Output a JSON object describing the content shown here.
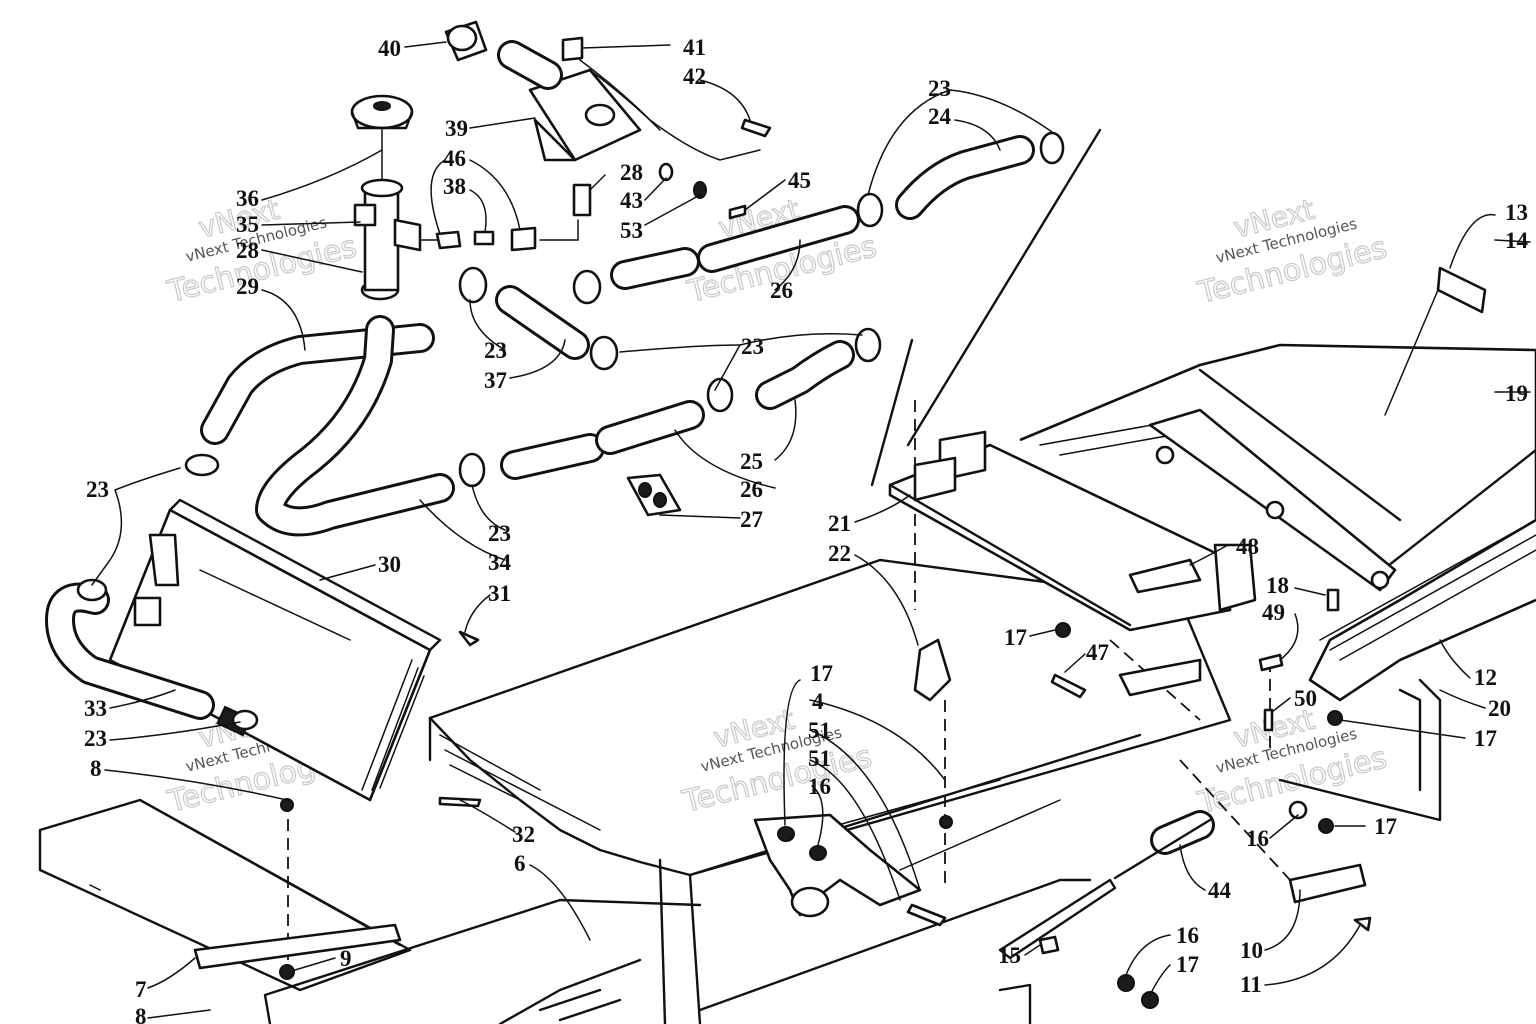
{
  "watermark": {
    "brand_top": "vNext",
    "brand_bottom": "Technologies",
    "brand_line": "vNext Technologies"
  },
  "callouts": {
    "n40": "40",
    "n41": "41",
    "n42": "42",
    "n39": "39",
    "n36": "36",
    "n35": "35",
    "n28a": "28",
    "n29": "29",
    "n46": "46",
    "n38": "38",
    "n28b": "28",
    "n43": "43",
    "n53": "53",
    "n45": "45",
    "n23_top": "23",
    "n24": "24",
    "n26_top": "26",
    "n23_mid_left": "23",
    "n37": "37",
    "n23_mid": "23",
    "n25": "25",
    "n26_low": "26",
    "n27": "27",
    "n23_low": "23",
    "n34": "34",
    "n23_left": "23",
    "n30": "30",
    "n31": "31",
    "n33": "33",
    "n23_bottom_left": "23",
    "n8_top": "8",
    "n32": "32",
    "n6": "6",
    "n7": "7",
    "n9": "9",
    "n8_bottom": "8",
    "n21": "21",
    "n22": "22",
    "n48": "48",
    "n17_a": "17",
    "n47": "47",
    "n18": "18",
    "n49": "49",
    "n50": "50",
    "n12": "12",
    "n20": "20",
    "n17_b": "17",
    "n17_c": "17",
    "n16_a": "16",
    "n44": "44",
    "n10": "10",
    "n11": "11",
    "n16_b": "16",
    "n17_d": "17",
    "n15": "15",
    "n13": "13",
    "n14": "14",
    "n19": "19",
    "n17_e": "17",
    "n4": "4",
    "n51_a": "51",
    "n51_b": "51",
    "n16_c": "16"
  }
}
